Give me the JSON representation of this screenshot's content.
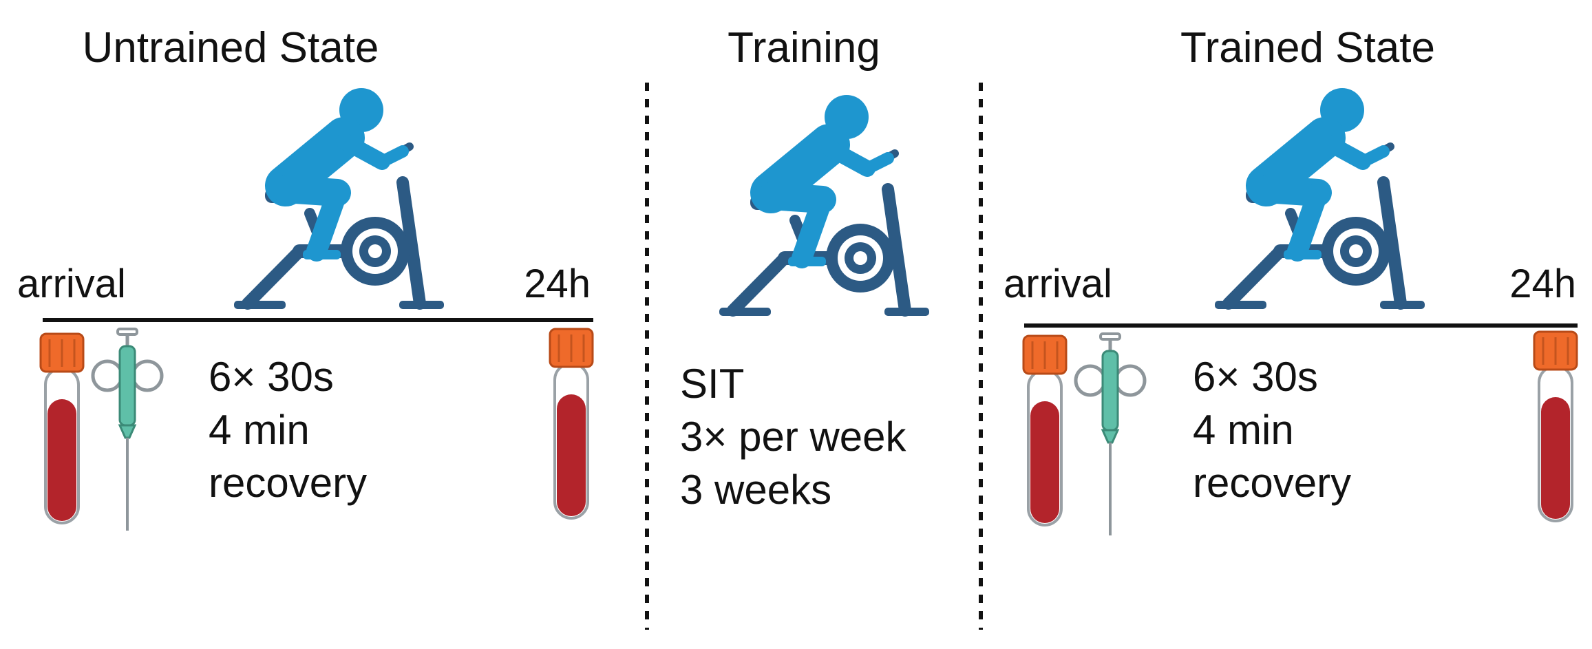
{
  "sections": {
    "untrained": {
      "title": "Untrained State",
      "start_label": "arrival",
      "end_label": "24h",
      "protocol": [
        "6× 30s",
        "4 min",
        "recovery"
      ]
    },
    "training": {
      "title": "Training",
      "protocol": [
        "SIT",
        "3× per week",
        "3 weeks"
      ]
    },
    "trained": {
      "title": "Trained State",
      "start_label": "arrival",
      "end_label": "24h",
      "protocol": [
        "6× 30s",
        "4 min",
        "recovery"
      ]
    }
  },
  "colors": {
    "rider": "#1e96cf",
    "bike": "#2c5a84",
    "blood": "#b3242b",
    "tube_cap": "#ef6a2a",
    "needle_body": "#5fbfa8",
    "line": "#111111"
  },
  "icons": [
    "spin-bike-rider-icon",
    "blood-tube-icon",
    "biopsy-needle-icon"
  ]
}
